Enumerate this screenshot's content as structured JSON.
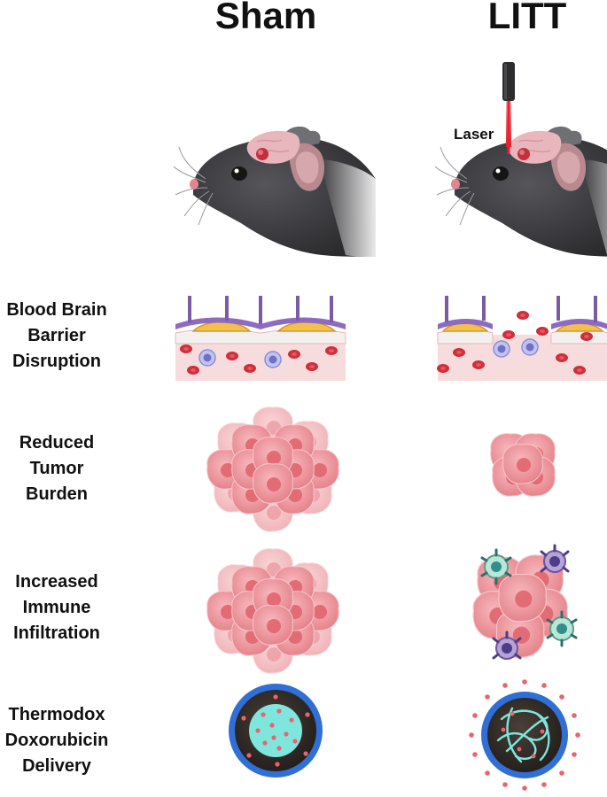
{
  "columns": {
    "left": "Sham",
    "right": "LITT"
  },
  "laser_label": "Laser",
  "rows": [
    {
      "lines": [
        "Blood Brain",
        "Barrier",
        "Disruption"
      ]
    },
    {
      "lines": [
        "Reduced",
        "Tumor",
        "Burden"
      ]
    },
    {
      "lines": [
        "Increased",
        "Immune",
        "Infiltration"
      ]
    },
    {
      "lines": [
        "Thermodox",
        "Doxorubicin",
        "Delivery"
      ]
    }
  ],
  "colors": {
    "mouse_fur": "#3b3b3e",
    "brain": "#e8b7bd",
    "tumor": "#e9888f",
    "endothelium": "#7b5aa6",
    "pericyte": "#f2c24a",
    "rbc": "#d02f3b",
    "liposome_shell": "#2f6fd6",
    "drug": "#7fe6de"
  }
}
